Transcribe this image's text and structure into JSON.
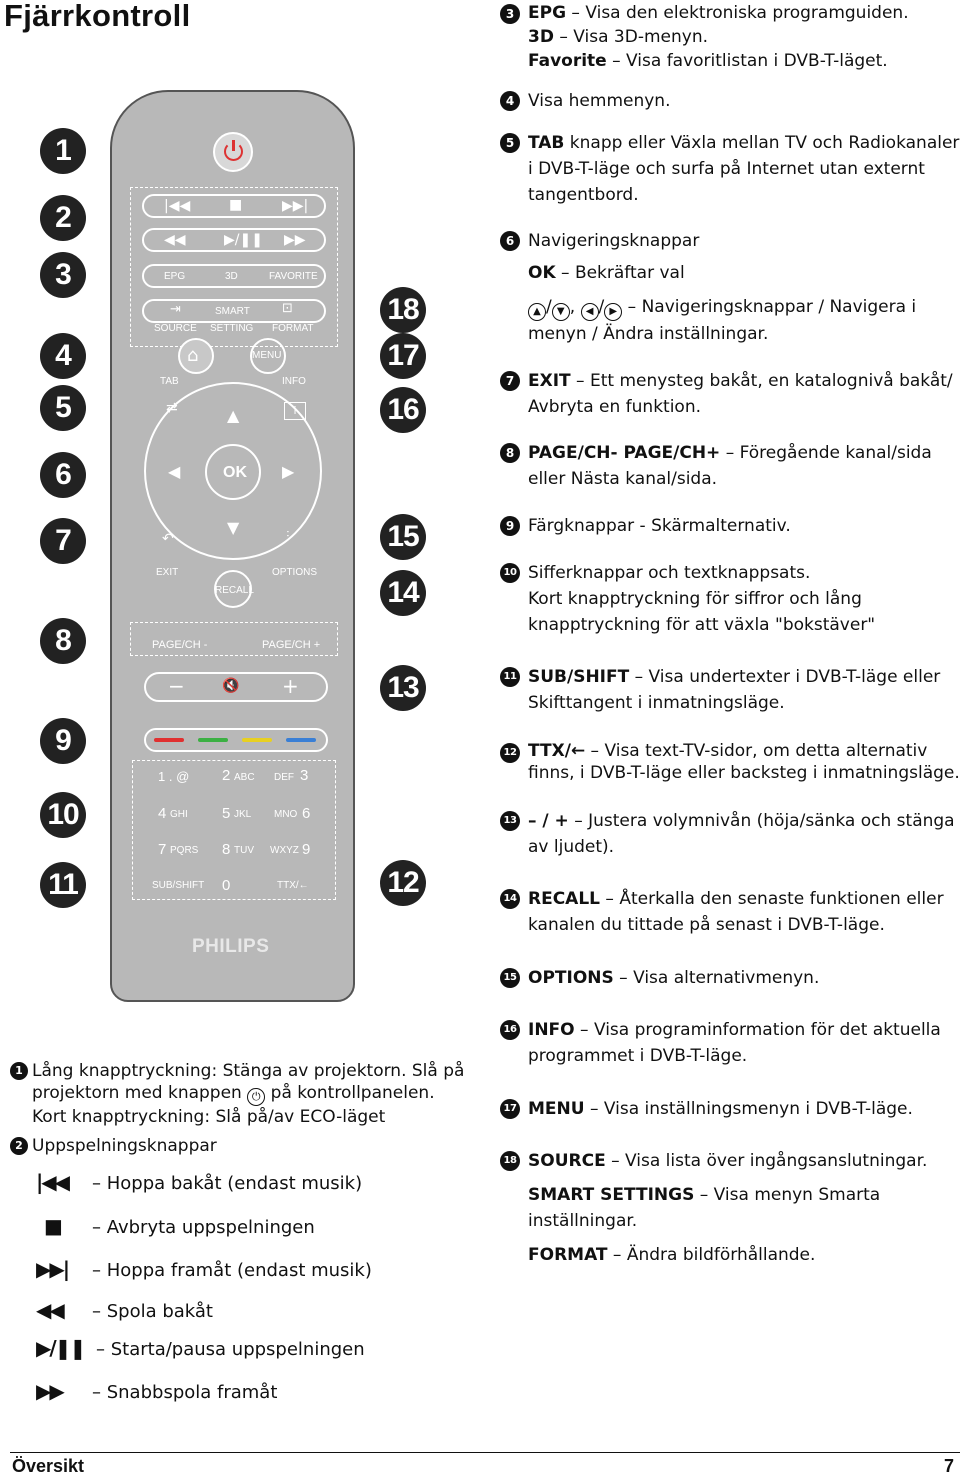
{
  "page_title": "Fjärrkontroll",
  "remote": {
    "brand": "PHILIPS",
    "labels": {
      "epg": "EPG",
      "d3": "3D",
      "favorite": "FAVORITE",
      "smart": "SMART",
      "source": "SOURCE",
      "setting": "SETTING",
      "format": "FORMAT",
      "menu": "MENU",
      "tab": "TAB",
      "info": "INFO",
      "ok": "OK",
      "exit": "EXIT",
      "options": "OPTIONS",
      "recall": "RECALL",
      "page_minus": "PAGE/CH -",
      "page_plus": "PAGE/CH +",
      "k1": "1 . @",
      "k2": "2",
      "k2s": "ABC",
      "k3s": "DEF",
      "k3": "3",
      "k4": "4",
      "k4s": "GHI",
      "k5": "5",
      "k5s": "JKL",
      "k6s": "MNO",
      "k6": "6",
      "k7": "7",
      "k7s": "PQRS",
      "k8": "8",
      "k8s": "TUV",
      "k9s": "WXYZ",
      "k9": "9",
      "subshift": "SUB/SHIFT",
      "k0": "0",
      "ttx": "TTX/←"
    },
    "callouts_left": [
      "1",
      "2",
      "3",
      "4",
      "5",
      "6",
      "7",
      "8",
      "9",
      "10",
      "11"
    ],
    "callouts_right": [
      "18",
      "17",
      "16",
      "15",
      "14",
      "13",
      "12"
    ],
    "colors": {
      "red": "#e03030",
      "green": "#3cb043",
      "yellow": "#e8d020",
      "blue": "#3a7fd5"
    }
  },
  "right": {
    "i3": {
      "num": "3",
      "epg_k": "EPG",
      "epg_t": "Visa den elektroniska programguiden.",
      "d3_k": "3D",
      "d3_t": "Visa 3D-menyn.",
      "fav_k": "Favorite",
      "fav_t": "Visa favoritlistan i DVB-T-läget."
    },
    "i4": {
      "num": "4",
      "t": "Visa hemmenyn."
    },
    "i5": {
      "num": "5",
      "k": "TAB",
      "t": "knapp eller Växla mellan TV och Radiokanaler i DVB-T-läge och surfa på Internet utan externt tangentbord."
    },
    "i6": {
      "num": "6",
      "t": "Navigeringsknappar",
      "ok_k": "OK",
      "ok_t": "Bekräftar val",
      "nav_t": "Navigeringsknappar / Navigera i menyn / Ändra inställningar."
    },
    "i7": {
      "num": "7",
      "k": "EXIT",
      "t": "Ett menysteg bakåt, en katalognivå bakåt/ Avbryta en funktion."
    },
    "i8": {
      "num": "8",
      "k": "PAGE/CH- PAGE/CH+",
      "t": "Föregående kanal/sida eller Nästa kanal/sida."
    },
    "i9": {
      "num": "9",
      "t": "Färgknappar - Skärmalternativ."
    },
    "i10": {
      "num": "10",
      "t1": "Sifferknappar och textknappsats.",
      "t2": "Kort knapptryckning för siffror och lång knapptryckning för att växla \"bokstäver\""
    },
    "i11": {
      "num": "11",
      "k": "SUB/SHIFT",
      "t": "Visa undertexter i DVB-T-läge eller Skifttangent i inmatningsläge."
    },
    "i12": {
      "num": "12",
      "k": "TTX/←",
      "t": "Visa text-TV-sidor, om detta alternativ finns, i DVB-T-läge eller backsteg i inmatningsläge."
    },
    "i13": {
      "num": "13",
      "k": "– / +",
      "t": "Justera volymnivån (höja/sänka och stänga av ljudet)."
    },
    "i14": {
      "num": "14",
      "k": "RECALL",
      "t": "Återkalla den senaste funktionen eller kanalen du tittade på senast i DVB-T-läge."
    },
    "i15": {
      "num": "15",
      "k": "OPTIONS",
      "t": "Visa alternativmenyn."
    },
    "i16": {
      "num": "16",
      "k": "INFO",
      "t": "Visa programinformation för det aktuella programmet i DVB-T-läge."
    },
    "i17": {
      "num": "17",
      "k": "MENU",
      "t": "Visa inställningsmenyn i DVB-T-läge."
    },
    "i18": {
      "num": "18",
      "k": "SOURCE",
      "t": "Visa lista över ingångsanslutningar.",
      "smart_k": "SMART SETTINGS",
      "smart_t": "Visa menyn Smarta inställningar.",
      "fmt_k": "FORMAT",
      "fmt_t": "Ändra bildförhållande."
    }
  },
  "left": {
    "i1": {
      "num": "1",
      "t1": "Lång knapptryckning: Stänga av projektorn. Slå på projektorn med knappen",
      "t2": "på kontrollpanelen.",
      "t3": "Kort knapptryckning: Slå på/av ECO-läget"
    },
    "i2": {
      "num": "2",
      "t": "Uppspelningsknappar"
    },
    "playback": [
      {
        "icon": "|◀◀",
        "t": "– Hoppa bakåt (endast musik)"
      },
      {
        "icon": "■",
        "t": "– Avbryta uppspelningen"
      },
      {
        "icon": "▶▶|",
        "t": "– Hoppa framåt (endast musik)"
      },
      {
        "icon": "◀◀",
        "t": "– Spola bakåt"
      },
      {
        "icon": "▶/❚❚",
        "t": "– Starta/pausa uppspelningen"
      },
      {
        "icon": "▶▶",
        "t": "– Snabbspola framåt"
      }
    ]
  },
  "footer": {
    "left": "Översikt",
    "right": "7"
  }
}
